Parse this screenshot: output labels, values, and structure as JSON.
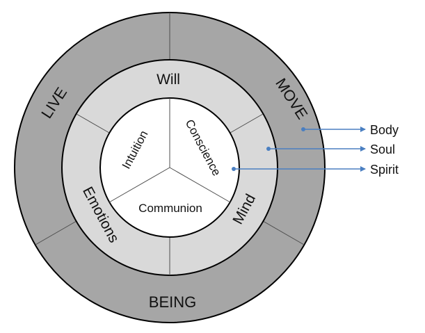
{
  "colors": {
    "outer_ring": "#a6a6a6",
    "middle_ring": "#d9d9d9",
    "inner_circle": "#ffffff",
    "stroke": "#000000",
    "divider": "#4d4d4d",
    "arrow": "#4a7fc1"
  },
  "outer_ring": {
    "labels": [
      "LIVE",
      "MOVE",
      "BEING"
    ]
  },
  "middle_ring": {
    "labels": [
      "Will",
      "Emotions",
      "Mind"
    ]
  },
  "inner_circle": {
    "labels": [
      "Intuition",
      "Conscience",
      "Communion"
    ]
  },
  "legend": {
    "items": [
      "Body",
      "Soul",
      "Spirit"
    ]
  }
}
